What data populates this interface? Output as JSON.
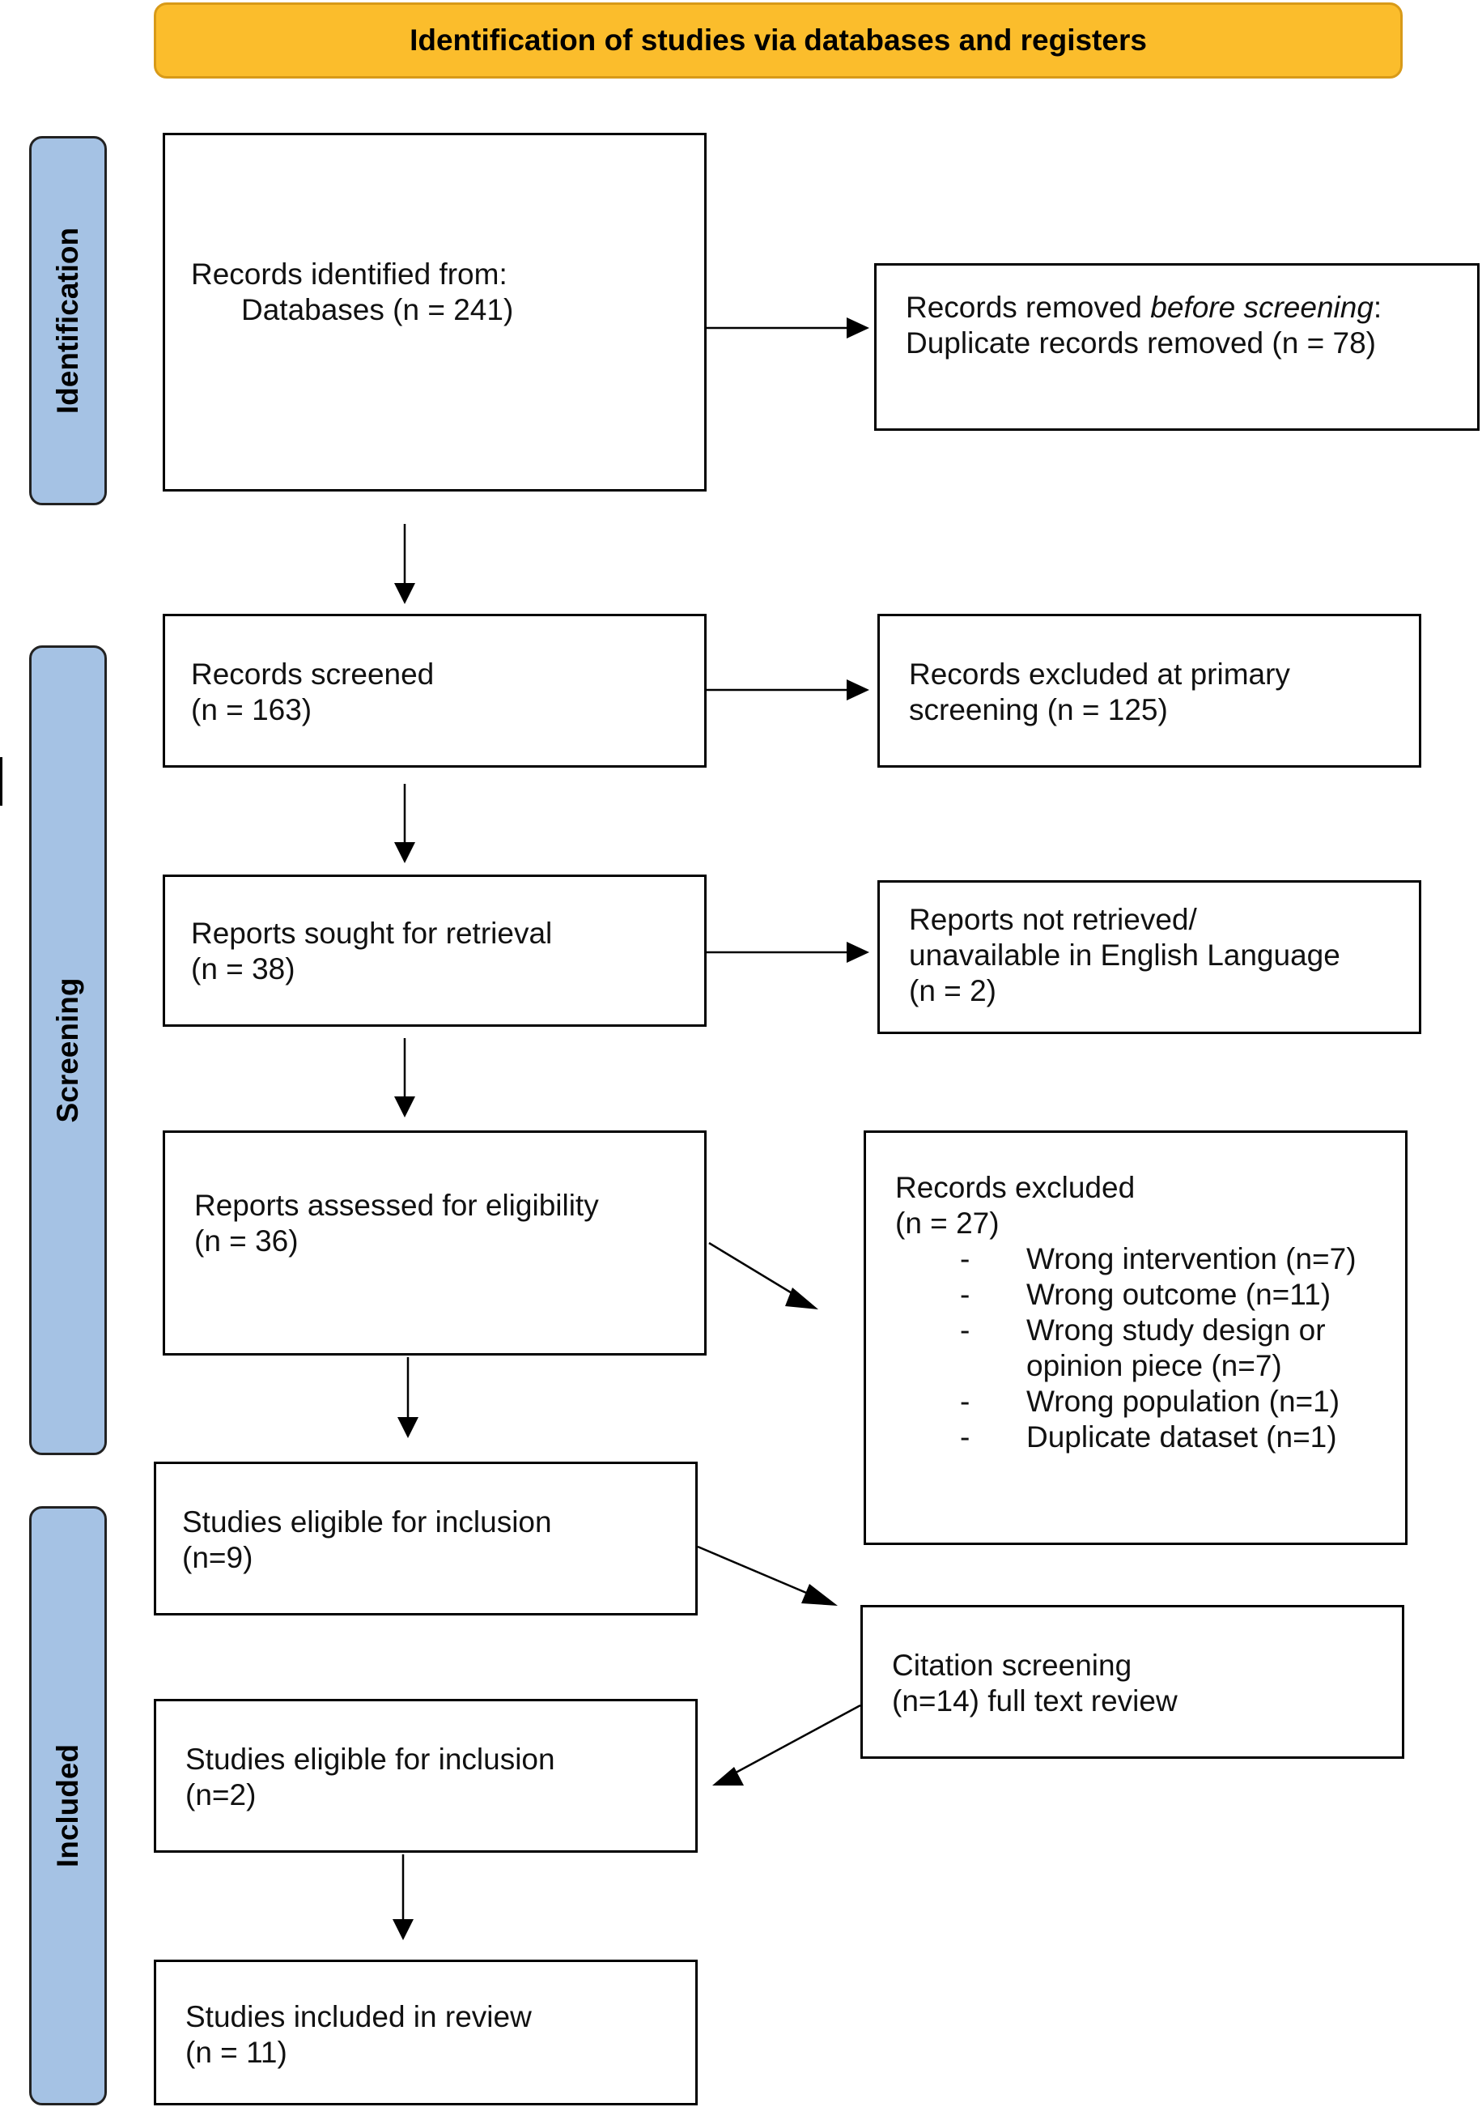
{
  "header": {
    "title": "Identification of studies via databases and registers"
  },
  "sections": {
    "identification": "Identification",
    "screening": "Screening",
    "included": "Included"
  },
  "boxes": {
    "records_identified": {
      "line1": "Records identified from:",
      "line2": "Databases (n = 241)"
    },
    "removed_before": {
      "prefix": "Records removed ",
      "emph": "before screening",
      "suffix": ":",
      "line2": "Duplicate records removed (n = 78)"
    },
    "records_screened": {
      "line1": "Records screened",
      "line2": "(n = 163)"
    },
    "excluded_primary": {
      "line1": "Records excluded at primary",
      "line2": "screening (n = 125)"
    },
    "reports_sought": {
      "line1": "Reports sought for retrieval",
      "line2": "(n = 38)"
    },
    "not_retrieved": {
      "line1": "Reports not retrieved/",
      "line2": "unavailable in English Language",
      "line3": "(n = 2)"
    },
    "assessed": {
      "line1": "Reports assessed for eligibility",
      "line2": "(n = 36)"
    },
    "records_excluded": {
      "line1": "Records excluded",
      "line2": "(n = 27)",
      "items": [
        "Wrong intervention (n=7)",
        "Wrong outcome (n=11)",
        "Wrong study design or opinion piece (n=7)",
        "Wrong population (n=1)",
        "Duplicate dataset (n=1)"
      ]
    },
    "eligible_1": {
      "line1": "Studies eligible for inclusion",
      "line2": "(n=9)"
    },
    "citation": {
      "line1": "Citation screening",
      "line2": "(n=14) full text review"
    },
    "eligible_2": {
      "line1": "Studies eligible for inclusion",
      "line2": "(n=2)"
    },
    "included": {
      "line1": "Studies included in review",
      "line2": "(n = 11)"
    }
  },
  "colors": {
    "header_fill": "#fbbd2c",
    "section_fill": "#a5c2e4"
  }
}
